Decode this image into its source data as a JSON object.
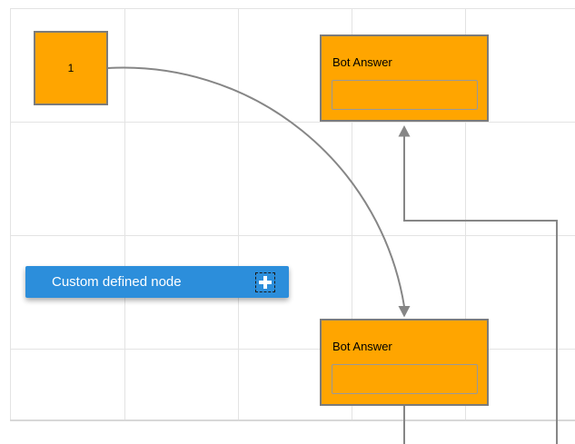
{
  "theme": {
    "canvas_bg": "#ffffff",
    "grid_color": "#e3e3e3",
    "page_border_color": "#d8d8d8",
    "connector_color": "#868686",
    "node_orange": "#ffa500",
    "node_border": "#7b7b7b",
    "textbox_border": "#999999",
    "node_blue": "#2c8edb",
    "text_dark": "#000000",
    "text_light": "#ffffff"
  },
  "nodes": {
    "start": {
      "label": "1"
    },
    "bot_answer_top": {
      "title": "Bot Answer",
      "textbox_text": ""
    },
    "bot_answer_bottom": {
      "title": "Bot Answer",
      "textbox_text": ""
    },
    "custom": {
      "label": "Custom defined node",
      "add_icon": "plus-icon"
    }
  }
}
